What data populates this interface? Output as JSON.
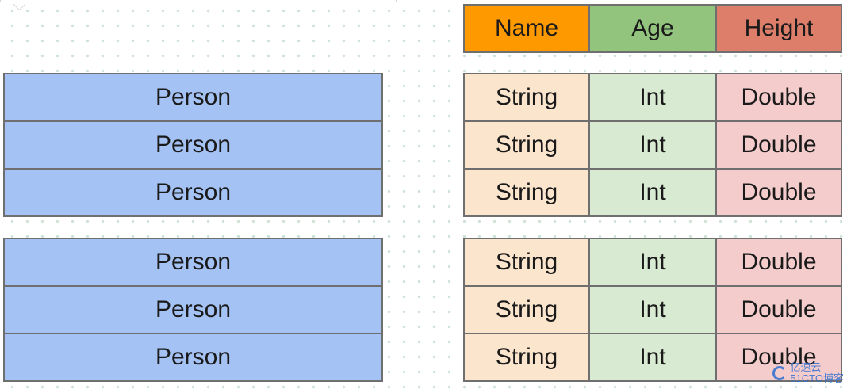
{
  "person_groups": [
    [
      "Person",
      "Person",
      "Person"
    ],
    [
      "Person",
      "Person",
      "Person"
    ]
  ],
  "table": {
    "headers": [
      "Name",
      "Age",
      "Height"
    ],
    "groups": [
      [
        [
          "String",
          "Int",
          "Double"
        ],
        [
          "String",
          "Int",
          "Double"
        ],
        [
          "String",
          "Int",
          "Double"
        ]
      ],
      [
        [
          "String",
          "Int",
          "Double"
        ],
        [
          "String",
          "Int",
          "Double"
        ],
        [
          "String",
          "Int",
          "Double"
        ]
      ]
    ]
  },
  "watermark": {
    "line1": "亿速云",
    "line2": "51CTO博客"
  },
  "colors": {
    "person": "#a4c2f4",
    "name_header": "#ff9900",
    "age_header": "#93c47d",
    "height_header": "#dd7e6b",
    "name_cell": "#fce5cd",
    "age_cell": "#d9ead3",
    "height_cell": "#f4cccc"
  }
}
